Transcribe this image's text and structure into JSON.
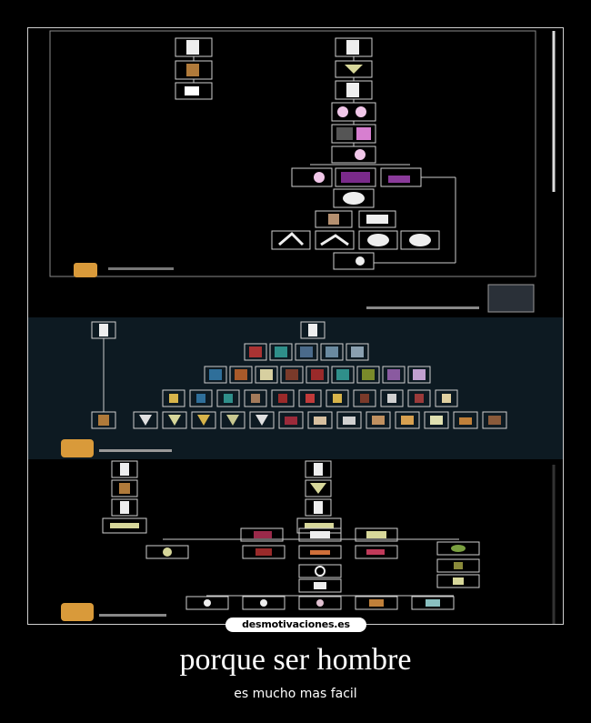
{
  "watermark": {
    "text": "desmotivaciones.es"
  },
  "poster": {
    "title": "porque ser hombre",
    "subtitle": "es mucho mas facil"
  },
  "colors": {
    "background": "#000000",
    "panel_middle": "#0d1a22",
    "frame_border": "#cfcfcf",
    "text": "#ffffff",
    "accent_pink": "#d77fd0",
    "accent_purple": "#7a2a8a",
    "accent_teal": "#2f8f8a",
    "accent_yellow": "#d7b44a"
  },
  "icons": [
    "man-icon",
    "woman-icon",
    "toilet-icon",
    "clothing-icon",
    "drink-icon",
    "dog-icon",
    "bed-icon"
  ]
}
